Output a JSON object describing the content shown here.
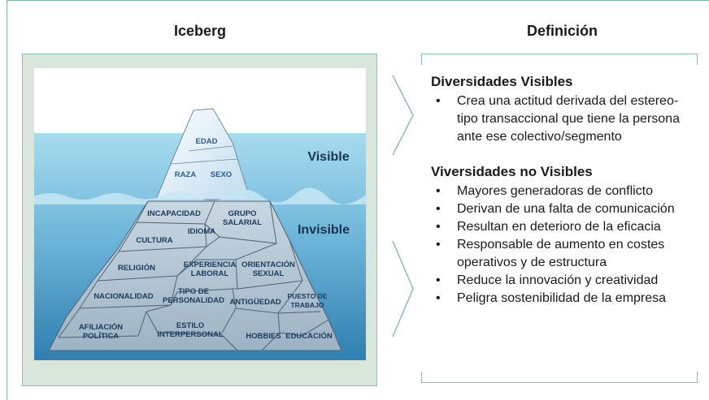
{
  "headers": {
    "left": "Iceberg",
    "right": "Definición"
  },
  "iceberg": {
    "visible_label": "Visible",
    "invisible_label": "Invisible",
    "regions": {
      "edad": "EDAD",
      "raza": "RAZA",
      "sexo": "SEXO",
      "incapacidad": "INCAPACIDAD",
      "grupo_salarial": [
        "GRUPO",
        "SALARIAL"
      ],
      "cultura": "CULTURA",
      "idioma": "IDIOMA",
      "religion": "RELIGIÓN",
      "experiencia_laboral": [
        "EXPERIENCIA",
        "LABORAL"
      ],
      "orientacion_sexual": [
        "ORIENTACIÓN",
        "SEXUAL"
      ],
      "nacionalidad": "NACIONALIDAD",
      "tipo_personalidad": [
        "TIPO DE",
        "PERSONALIDAD"
      ],
      "antiguedad": "ANTIGÜEDAD",
      "puesto_trabajo": [
        "PUESTO DE",
        "TRABAJO"
      ],
      "afiliacion_politica": [
        "AFILIACIÓN",
        "POLÍTICA"
      ],
      "estilo_interpersonal": [
        "ESTILO",
        "INTERPERSONAL"
      ],
      "hobbies": "HOBBIES",
      "educacion": "EDUCACIÓN"
    },
    "colors": {
      "sky": "#ffffff",
      "water_top": "#8fcfe8",
      "water_deep": "#2f7fb0",
      "ice_top": "#e6f2fa",
      "ice_under": "#a9bccb"
    }
  },
  "definition": {
    "visible": {
      "heading": "Diversidades Visibles",
      "items": [
        [
          "Crea una actitud derivada del estereo-",
          "tipo transaccional que tiene la persona",
          "ante ese colectivo/segmento"
        ]
      ]
    },
    "invisible": {
      "heading": "Viversidades no Visibles",
      "items": [
        [
          "Mayores generadoras de conflicto"
        ],
        [
          "Derivan de una falta de comunicación"
        ],
        [
          "Resultan en deterioro de la eficacia"
        ],
        [
          "Responsable de aumento en costes",
          "operativos y de estructura"
        ],
        [
          "Reduce la innovación y creatividad"
        ],
        [
          "Peligra sostenibilidad de la empresa"
        ]
      ]
    }
  }
}
